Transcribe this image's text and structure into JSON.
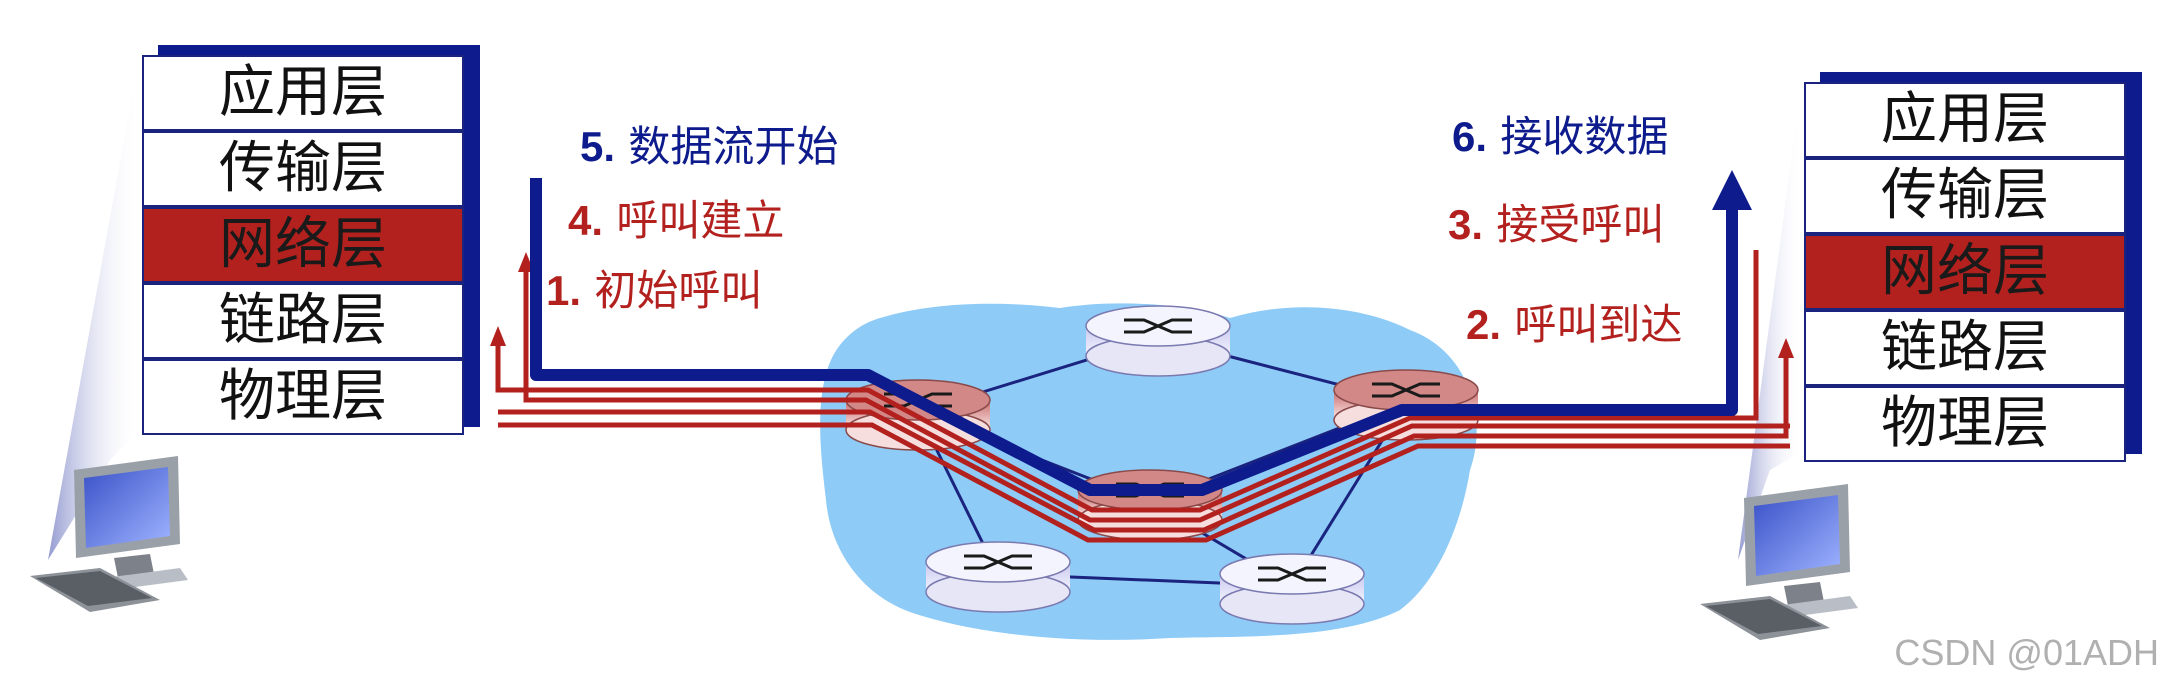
{
  "left_stack": {
    "layers": [
      "应用层",
      "传输层",
      "网络层",
      "链路层",
      "物理层"
    ]
  },
  "right_stack": {
    "layers": [
      "应用层",
      "传输层",
      "网络层",
      "链路层",
      "物理层"
    ]
  },
  "steps": {
    "s1": {
      "num": "1.",
      "text": "初始呼叫"
    },
    "s2": {
      "num": "2.",
      "text": "呼叫到达"
    },
    "s3": {
      "num": "3.",
      "text": "接受呼叫"
    },
    "s4": {
      "num": "4.",
      "text": "呼叫建立"
    },
    "s5": {
      "num": "5.",
      "text": "数据流开始"
    },
    "s6": {
      "num": "6.",
      "text": "接收数据"
    }
  },
  "watermark": "CSDN @01ADH",
  "colors": {
    "blue": "#0d1b8c",
    "red": "#b3211f",
    "cloud": "#8ecbf7",
    "router_fill": "#e6e6f7",
    "router_active": "#d9a3a3"
  }
}
